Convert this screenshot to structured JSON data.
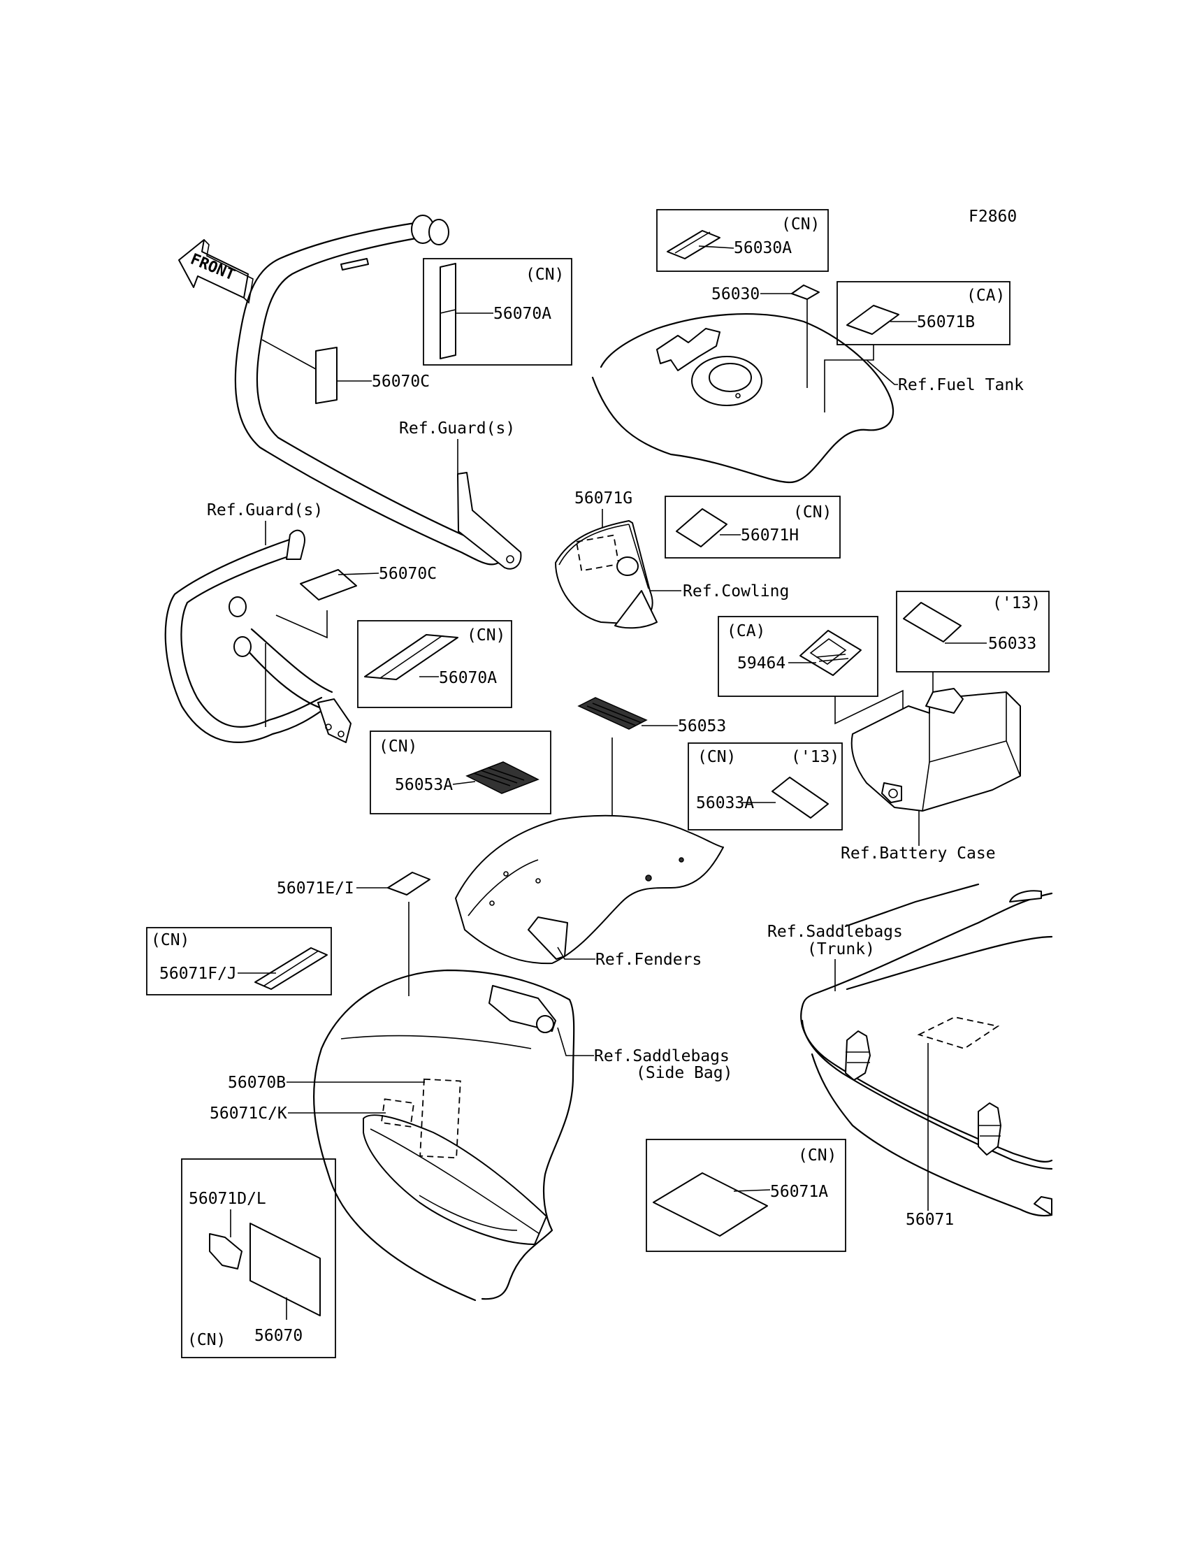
{
  "figure_code": "F2860",
  "front_label": "FRONT",
  "region_codes": {
    "cn": "(CN)",
    "ca": "(CA)",
    "y13": "('13)"
  },
  "references": {
    "guard_upper": "Ref.Guard(s)",
    "guard_lower": "Ref.Guard(s)",
    "fuel_tank": "Ref.Fuel Tank",
    "cowling": "Ref.Cowling",
    "battery_case": "Ref.Battery Case",
    "fenders": "Ref.Fenders",
    "saddlebags_trunk_1": "Ref.Saddlebags",
    "saddlebags_trunk_2": "(Trunk)",
    "saddlebags_side_1": "Ref.Saddlebags",
    "saddlebags_side_2": "(Side Bag)"
  },
  "parts": {
    "p56030A": "56030A",
    "p56030": "56030",
    "p56071B": "56071B",
    "p56070A_top": "56070A",
    "p56070C_top": "56070C",
    "p56070C_lower": "56070C",
    "p56070A_lower": "56070A",
    "p56053A": "56053A",
    "p56071G": "56071G",
    "p56071H": "56071H",
    "p59464": "59464",
    "p56033": "56033",
    "p56053": "56053",
    "p56033A": "56033A",
    "p56071EI": "56071E/I",
    "p56071FJ": "56071F/J",
    "p56070B": "56070B",
    "p56071CK": "56071C/K",
    "p56071DL": "56071D/L",
    "p56070": "56070",
    "p56071A": "56071A",
    "p56071": "56071"
  }
}
